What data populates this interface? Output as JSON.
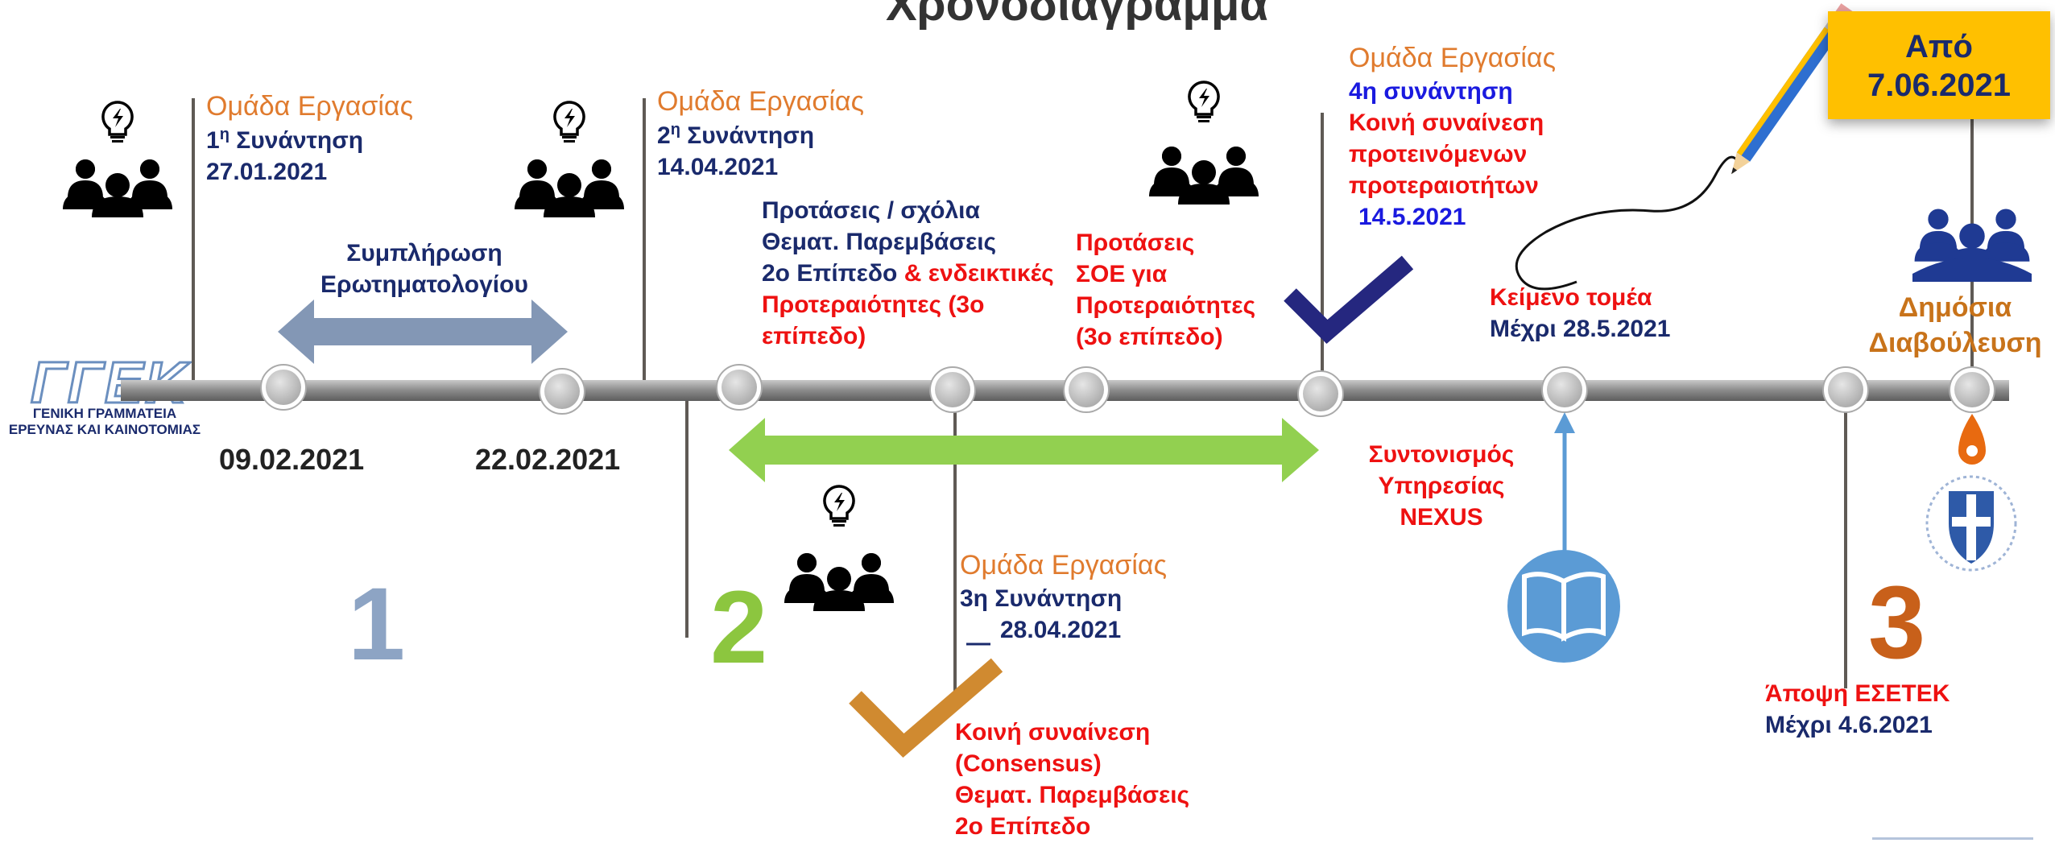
{
  "title": "Χρονοδιάγραμμα",
  "logo": {
    "word": "ΓΓΕΚ",
    "subtitle_line1": "ΓΕΝΙΚΗ ΓΡΑΜΜΑΤΕΙΑ",
    "subtitle_line2": "ΕΡΕΥΝΑΣ ΚΑΙ ΚΑΙΝΟΤΟΜΙΑΣ"
  },
  "timeline_dates": [
    "09.02.2021",
    "22.02.2021"
  ],
  "meetings": [
    {
      "group": "Ομάδα Εργασίας",
      "ordinal": "1",
      "ordinal_suffix": "η",
      "label": " Συνάντηση",
      "date": "27.01.2021"
    },
    {
      "group": "Ομάδα Εργασίας",
      "ordinal": "2",
      "ordinal_suffix": "η",
      "label": " Συνάντηση",
      "date": "14.04.2021"
    },
    {
      "group": "Ομάδα Εργασίας",
      "label": "3η Συνάντηση",
      "date": "28.04.2021"
    },
    {
      "group": "Ομάδα Εργασίας",
      "label": "4η συνάντηση",
      "line2": "Κοινή συναίνεση",
      "line3": "προτεινόμενων",
      "line4": "προτεραιοτήτων",
      "date": "14.5.2021"
    }
  ],
  "questionnaire": {
    "line1": "Συμπλήρωση",
    "line2": "Ερωτηματολογίου"
  },
  "proposals": {
    "line1": "Προτάσεις / σχόλια",
    "line2": "Θεματ. Παρεμβάσεις",
    "line3a": "2ο Επίπεδο",
    "line3b": " & ενδεικτικές",
    "line4": "Προτεραιότητες (3ο",
    "line5": "επίπεδο)"
  },
  "soe": {
    "line1": "Προτάσεις",
    "line2": "ΣΟΕ για",
    "line3": "Προτεραιότητες",
    "line4": "(3ο επίπεδο)"
  },
  "consensus": {
    "line1": "Κοινή συναίνεση",
    "line2": "(Consensus)",
    "line3": "Θεματ. Παρεμβάσεις",
    "line4": "2ο Επίπεδο"
  },
  "nexus": {
    "line1": "Συντονισμός",
    "line2": "Υπηρεσίας",
    "line3": "NEXUS"
  },
  "sector_text": {
    "line1": "Κείμενο τομέα",
    "line2": "Μέχρι 28.5.2021"
  },
  "esetek": {
    "line1": "Άποψη ΕΣΕΤΕΚ",
    "line2": "Μέχρι 4.6.2021"
  },
  "public_consultation": {
    "line1": "Δημόσια",
    "line2": "Διαβούλευση"
  },
  "date_box": {
    "line1": "Από",
    "line2": "7.06.2021"
  },
  "phases": [
    "1",
    "2",
    "3"
  ],
  "colors": {
    "orange_text": "#E07B2E",
    "navy_text": "#1A2A6C",
    "red_text": "#ee1111",
    "blue_text": "#1a1adf",
    "phase1": "#8DA4C4",
    "phase2": "#8CC63F",
    "phase3": "#C8601A",
    "green_arrow": "#92D050",
    "gray_arrow": "#8397B5",
    "check_navy": "#25277F",
    "check_orange": "#D08A30",
    "book_blue": "#5B9BD5",
    "date_box": "#FFC000"
  },
  "icons": [
    "team-idea-icon",
    "team-icon",
    "book-icon",
    "pencil-icon",
    "hellenic-emblem-icon",
    "checkmark-icon",
    "double-arrow-icon",
    "location-pin-icon"
  ]
}
